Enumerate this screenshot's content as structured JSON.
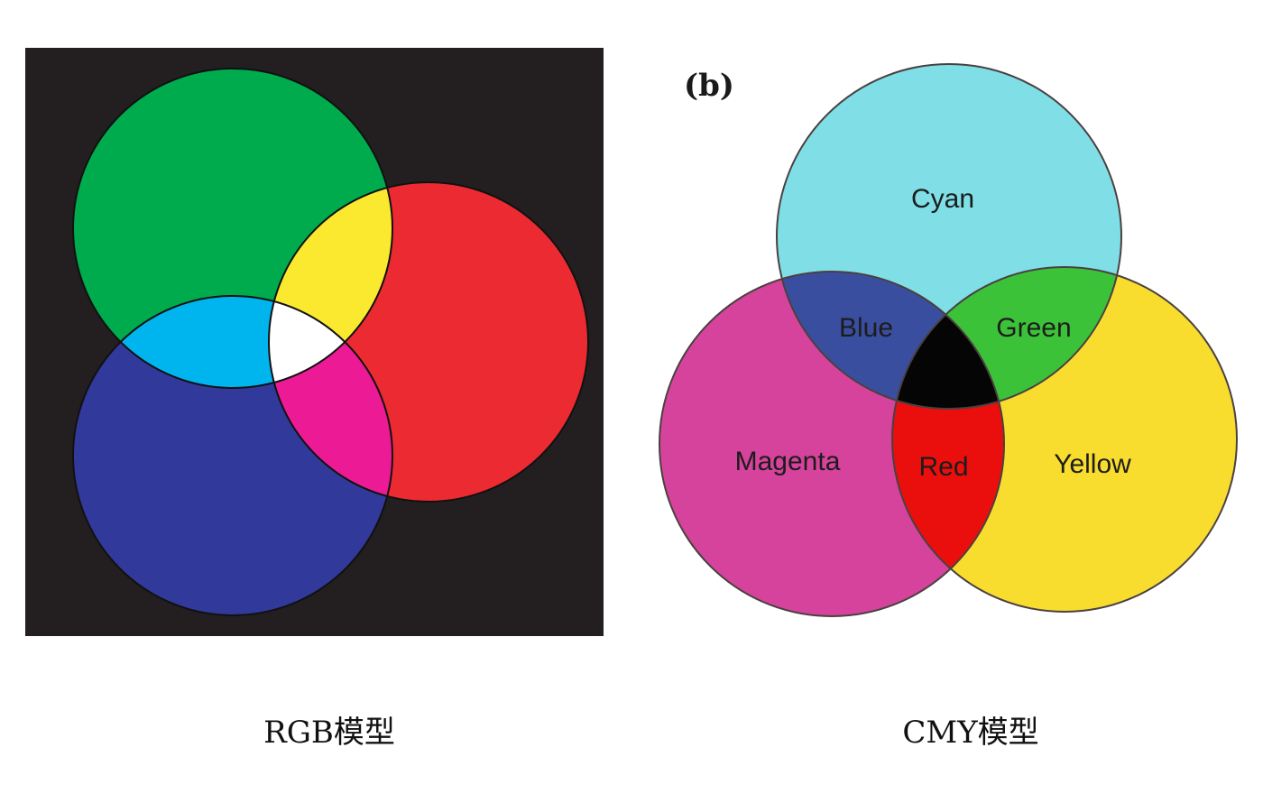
{
  "rgb": {
    "caption": "RGB模型",
    "colors": {
      "background": "#231f20",
      "green": "#00ab4e",
      "red": "#ec2a31",
      "blue": "#31399a",
      "yellow": "#fbe92f",
      "cyan": "#00b5ee",
      "magenta": "#ec1a94",
      "white": "#ffffff"
    }
  },
  "cmy": {
    "panel_label": "(b)",
    "caption": "CMY模型",
    "labels": {
      "cyan": "Cyan",
      "magenta": "Magenta",
      "yellow": "Yellow",
      "blue": "Blue",
      "green": "Green",
      "red": "Red"
    },
    "colors": {
      "cyan": "#7fdee6",
      "magenta": "#d6439c",
      "yellow": "#f8dd2f",
      "blue": "#3a4ea0",
      "green": "#3cc239",
      "red": "#ea0f0d",
      "black": "#050505"
    }
  }
}
